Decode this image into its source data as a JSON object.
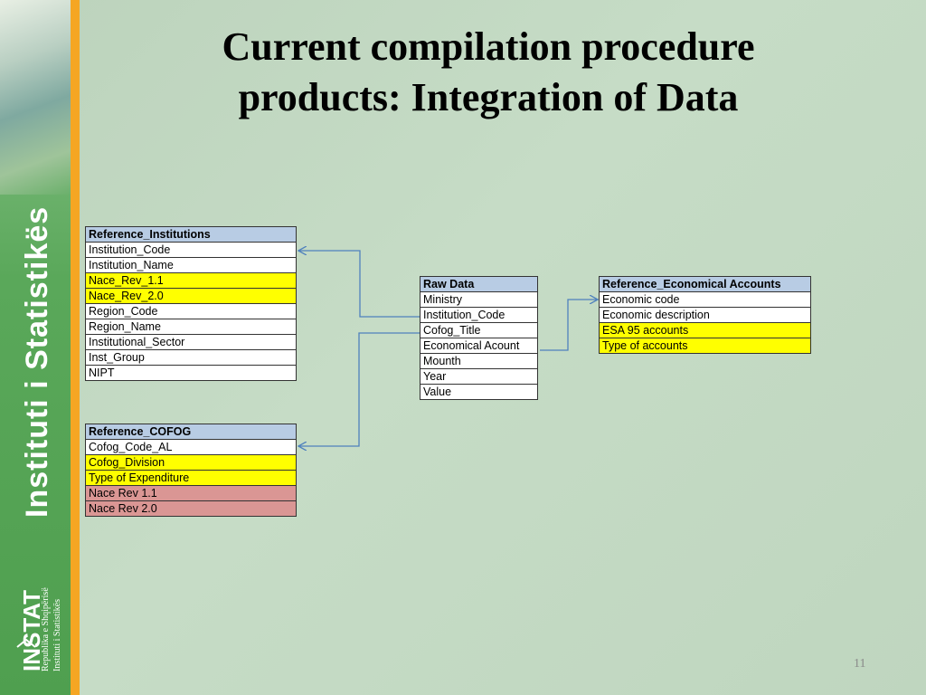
{
  "title": {
    "line1": "Current compilation procedure",
    "line2": "products: Integration of Data"
  },
  "sidebar": {
    "vertical_name": "Instituti i Statistikës",
    "logo_text": "INSTAT",
    "logo_sub1": "Republika e Shqipërisë",
    "logo_sub2": "Instituti i Statistikës"
  },
  "tables": {
    "reference_institutions": {
      "header": "Reference_Institutions",
      "rows": [
        {
          "text": "Institution_Code",
          "fill": "white"
        },
        {
          "text": "Institution_Name",
          "fill": "white"
        },
        {
          "text": "Nace_Rev_1.1",
          "fill": "yellow"
        },
        {
          "text": "Nace_Rev_2.0",
          "fill": "yellow"
        },
        {
          "text": "Region_Code",
          "fill": "white"
        },
        {
          "text": "Region_Name",
          "fill": "white"
        },
        {
          "text": "Institutional_Sector",
          "fill": "white"
        },
        {
          "text": "Inst_Group",
          "fill": "white"
        },
        {
          "text": "NIPT",
          "fill": "white"
        }
      ]
    },
    "reference_cofog": {
      "header": "Reference_COFOG",
      "rows": [
        {
          "text": "Cofog_Code_AL",
          "fill": "white"
        },
        {
          "text": "Cofog_Division",
          "fill": "yellow"
        },
        {
          "text": "Type of Expenditure",
          "fill": "yellow"
        },
        {
          "text": "Nace Rev 1.1",
          "fill": "pink"
        },
        {
          "text": "Nace Rev 2.0",
          "fill": "pink"
        }
      ]
    },
    "raw_data": {
      "header": "Raw Data",
      "rows": [
        {
          "text": "Ministry",
          "fill": "white"
        },
        {
          "text": "Institution_Code",
          "fill": "white"
        },
        {
          "text": "Cofog_Title",
          "fill": "white"
        },
        {
          "text": "Economical Acount",
          "fill": "white"
        },
        {
          "text": "Mounth",
          "fill": "white"
        },
        {
          "text": "Year",
          "fill": "white"
        },
        {
          "text": "Value",
          "fill": "white"
        }
      ]
    },
    "reference_economical_accounts": {
      "header": "Reference_Economical Accounts",
      "rows": [
        {
          "text": "Economic code",
          "fill": "white"
        },
        {
          "text": "Economic description",
          "fill": "white"
        },
        {
          "text": "ESA 95 accounts",
          "fill": "yellow"
        },
        {
          "text": "Type of accounts",
          "fill": "yellow"
        }
      ]
    }
  },
  "colors": {
    "header_fill": "#b8cce4",
    "yellow_fill": "#ffff00",
    "pink_fill": "#da9694",
    "connector": "#4f81bd",
    "accent_orange": "#f5a623"
  },
  "page_number": "11"
}
